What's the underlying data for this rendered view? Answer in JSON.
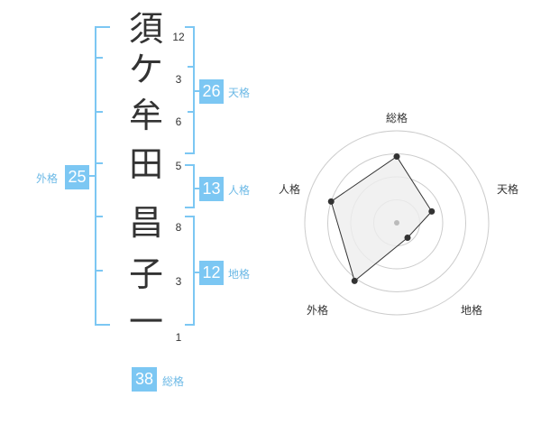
{
  "name_chars": [
    "須",
    "ケ",
    "牟",
    "田",
    "昌",
    "子",
    "一"
  ],
  "strokes": [
    "12",
    "3",
    "6",
    "5",
    "8",
    "3",
    "1"
  ],
  "tenkaku": {
    "value": "26",
    "label": "天格"
  },
  "jinkaku": {
    "value": "13",
    "label": "人格"
  },
  "chikaku": {
    "value": "12",
    "label": "地格"
  },
  "gaikaku": {
    "value": "25",
    "label": "外格"
  },
  "soukaku": {
    "value": "38",
    "label": "総格"
  },
  "radar": {
    "axes": [
      "総格",
      "天格",
      "地格",
      "外格",
      "人格"
    ],
    "levels": 4,
    "values": [
      0.72,
      0.4,
      0.2,
      0.78,
      0.75
    ],
    "colors": {
      "bracket": "#7cc7f3",
      "box": "#7cc7f3",
      "grid": "#cccccc",
      "fill": "#eeeeee",
      "line": "#333333"
    }
  }
}
